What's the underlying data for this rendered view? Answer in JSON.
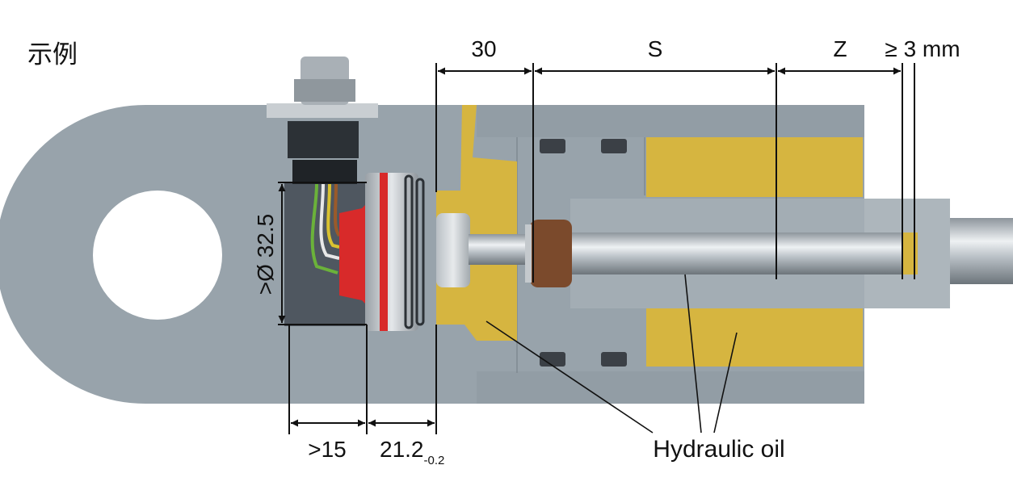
{
  "title": "示例",
  "dimensions": {
    "d30": "30",
    "s": "S",
    "z": "Z",
    "gap": "≥ 3 mm",
    "diameter": ">Ø 32.5",
    "d15": ">15",
    "d21_main": "21.2",
    "d21_tol": "-0.2"
  },
  "callouts": {
    "oil": "Hydraulic oil"
  },
  "colors": {
    "steel": "#98A3AB",
    "oil": "#D6B540",
    "background": "#FFFFFF",
    "line": "#111111"
  }
}
